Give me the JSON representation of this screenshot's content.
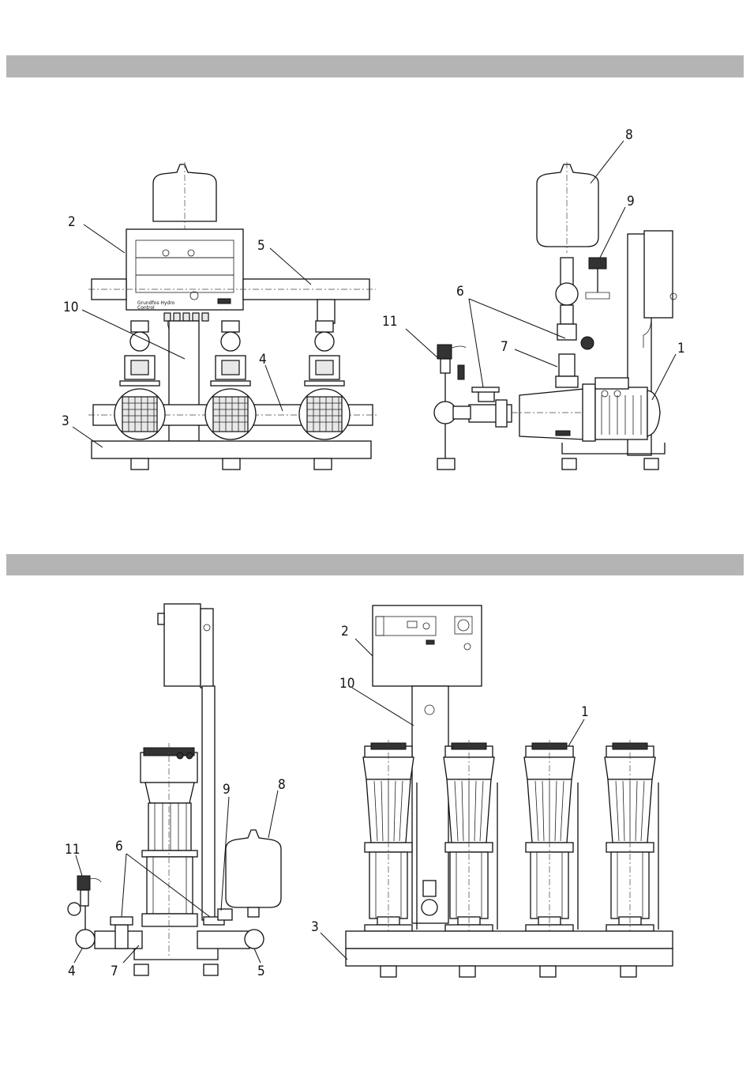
{
  "bands": [
    {
      "id": "band-1",
      "color": "#b4b4b4"
    },
    {
      "id": "band-2",
      "color": "#b4b4b4"
    }
  ],
  "views": {
    "top_left": {
      "callouts": [
        "2",
        "5",
        "10",
        "4",
        "3"
      ],
      "control_panel": {
        "brand_text": "Grundfos Hydro",
        "sub_text": "Control"
      }
    },
    "top_right": {
      "callouts": [
        "8",
        "9",
        "6",
        "11",
        "7",
        "1"
      ]
    },
    "bottom_left": {
      "callouts": [
        "9",
        "8",
        "11",
        "6",
        "4",
        "7",
        "5"
      ]
    },
    "bottom_right": {
      "callouts": [
        "2",
        "10",
        "1",
        "3"
      ]
    }
  },
  "line_color": "#111111"
}
